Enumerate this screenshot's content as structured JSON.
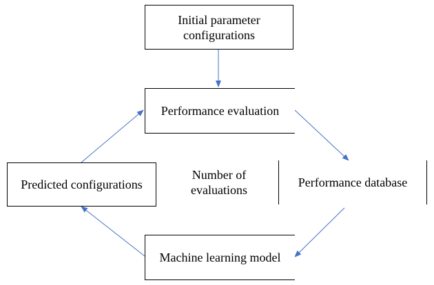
{
  "colors": {
    "arrow": "#4472c4",
    "border": "#000000",
    "background": "#ffffff"
  },
  "nodes": {
    "initial": {
      "lines": [
        "Initial parameter",
        "configurations"
      ]
    },
    "performance_evaluation": {
      "label": "Performance evaluation"
    },
    "performance_database": {
      "label": "Performance database"
    },
    "machine_learning_model": {
      "label": "Machine learning model"
    },
    "predicted_configurations": {
      "label": "Predicted configurations"
    }
  },
  "center_label": {
    "lines": [
      "Number of",
      "evaluations"
    ]
  }
}
